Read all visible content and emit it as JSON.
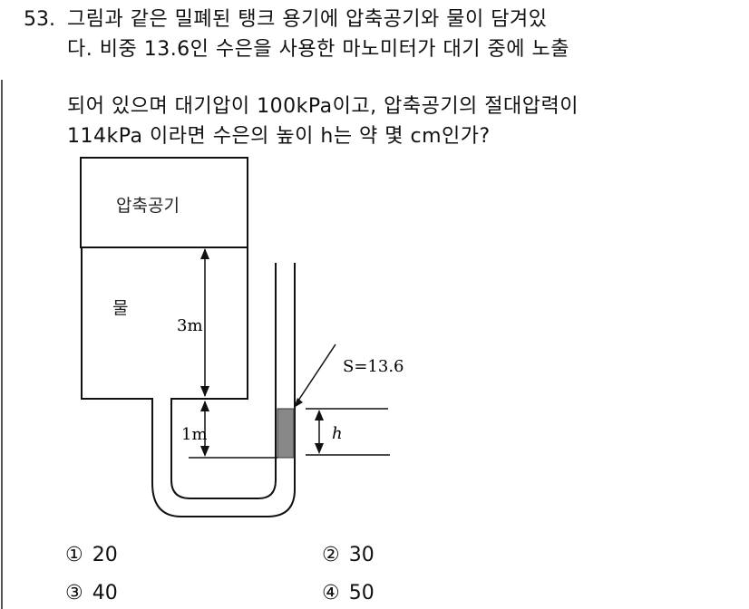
{
  "question": {
    "number": "53.",
    "lines": [
      "그림과 같은 밀폐된 탱크 용기에 압축공기와 물이 담겨있",
      "다. 비중 13.6인 수은을 사용한 마노미터가 대기 중에 노출",
      "되어 있으며 대기압이 100kPa이고, 압축공기의 절대압력이",
      "114kPa 이라면 수은의 높이 h는 약 몇 cm인가?"
    ]
  },
  "figure": {
    "air_label": "압축공기",
    "water_label": "물",
    "dim_3m": "3m",
    "dim_1m": "1m",
    "specific_gravity": "S=13.6",
    "h_label": "h"
  },
  "options": [
    {
      "mark": "①",
      "value": "20"
    },
    {
      "mark": "②",
      "value": "30"
    },
    {
      "mark": "③",
      "value": "40"
    },
    {
      "mark": "④",
      "value": "50"
    }
  ]
}
